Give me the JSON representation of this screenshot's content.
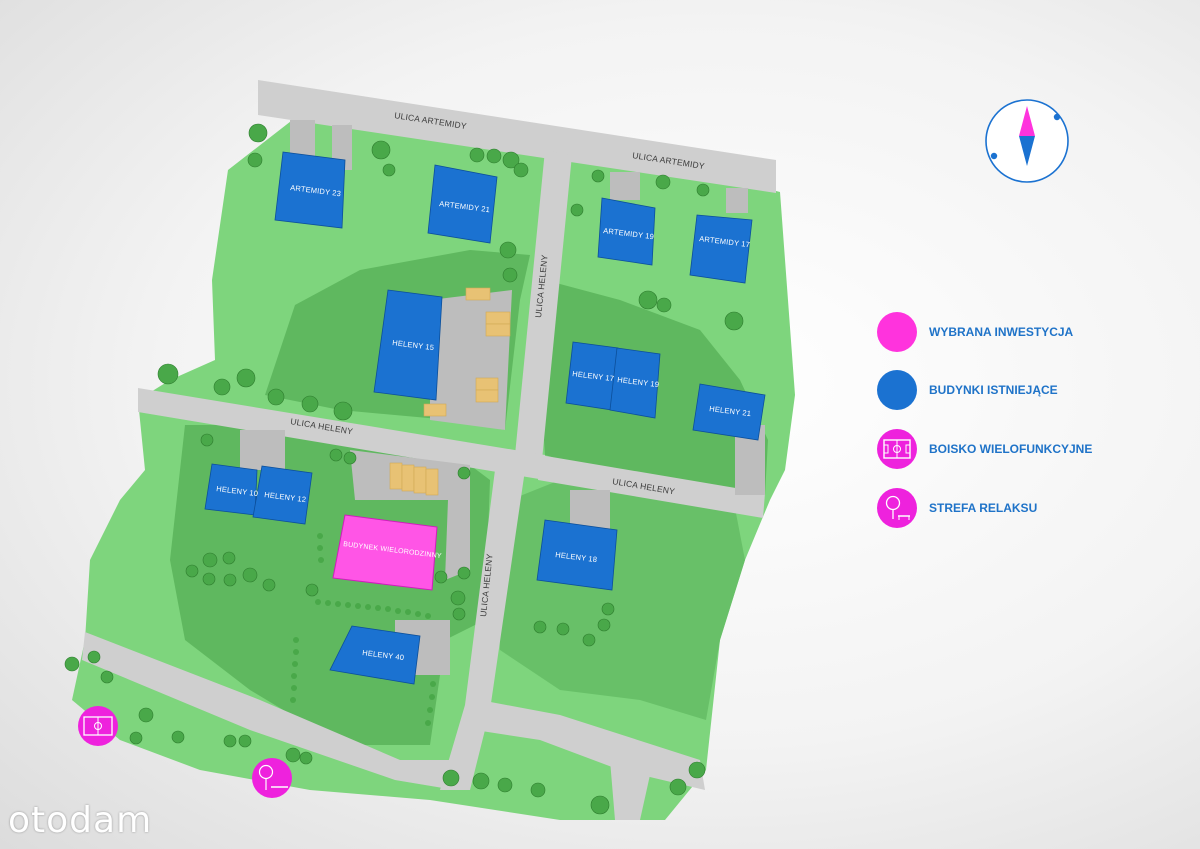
{
  "colors": {
    "investment": "#ff33dd",
    "existing": "#1b72d1",
    "sports_court": "#ee22dd",
    "relax_zone": "#ee22dd",
    "green_light": "#7ed57d",
    "green_dark": "#5fb85f",
    "road": "#cfcfcf",
    "compass_ring": "#1b72d1"
  },
  "roads": {
    "artemidy_west": "ULICA ARTEMIDY",
    "artemidy_east": "ULICA ARTEMIDY",
    "heleny_north": "ULICA HELENY",
    "heleny_west": "ULICA HELENY",
    "heleny_east": "ULICA HELENY",
    "heleny_south": "ULICA HELENY"
  },
  "buildings": {
    "artemidy_23": "ARTEMIDY 23",
    "artemidy_21": "ARTEMIDY 21",
    "artemidy_19": "ARTEMIDY 19",
    "artemidy_17": "ARTEMIDY 17",
    "heleny_15": "HELENY 15",
    "heleny_17": "HELENY 17",
    "heleny_19": "HELENY 19",
    "heleny_21": "HELENY 21",
    "heleny_10": "HELENY 10",
    "heleny_12": "HELENY 12",
    "heleny_18": "HELENY 18",
    "heleny_40": "HELENY 40",
    "investment": "BUDYNEK WIELORODZINNY"
  },
  "legend": {
    "items": [
      {
        "label": "WYBRANA INWESTYCJA",
        "icon": "filled-circle"
      },
      {
        "label": "BUDYNKI ISTNIEJĄCE",
        "icon": "filled-circle"
      },
      {
        "label": "BOISKO WIELOFUNKCYJNE",
        "icon": "sports-court-icon"
      },
      {
        "label": "STREFA RELAKSU",
        "icon": "bench-tree-icon"
      }
    ]
  },
  "compass": {
    "icon": "compass-icon"
  },
  "watermark": {
    "text": "otodam"
  }
}
